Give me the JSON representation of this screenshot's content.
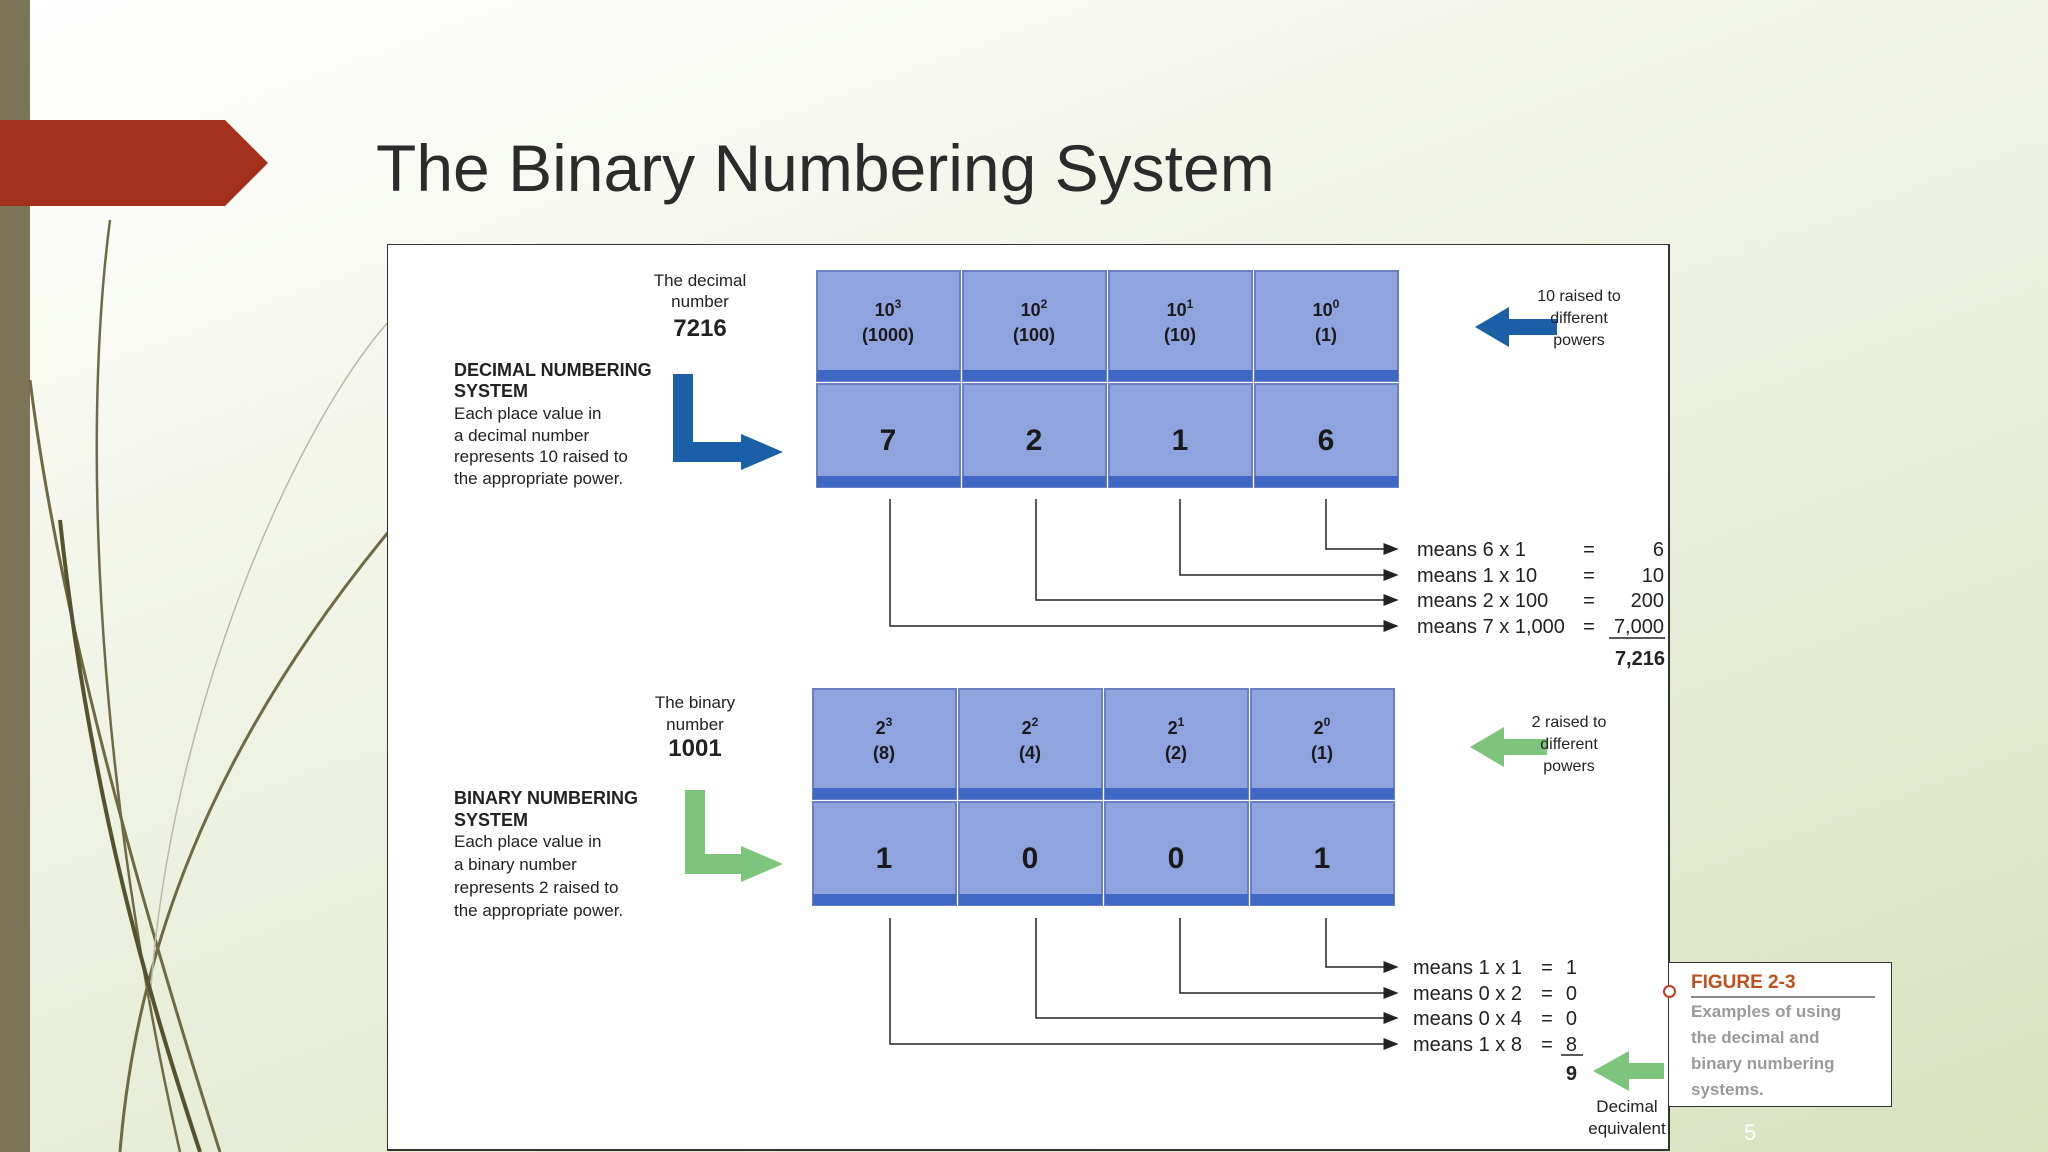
{
  "slide": {
    "title": "The Binary Numbering System",
    "slide_number": "5",
    "colors": {
      "accent": "#a3301a",
      "sidebar": "#7a7554",
      "blue_arrow": "#1a5fa8",
      "green_arrow": "#7dc47d",
      "cell_fill": "#8fa3df"
    }
  },
  "figure": {
    "decimal": {
      "number_label": "The decimal number",
      "number_label_line1": "The decimal",
      "number_label_line2": "number",
      "number": "7216",
      "system_heading_line1": "DECIMAL NUMBERING",
      "system_heading_line2": "SYSTEM",
      "description_lines": [
        "Each place value in",
        "a decimal number",
        "represents 10 raised to",
        "the appropriate power."
      ],
      "power_cells": [
        {
          "base": "10",
          "exp": "3",
          "value": "(1000)"
        },
        {
          "base": "10",
          "exp": "2",
          "value": "(100)"
        },
        {
          "base": "10",
          "exp": "1",
          "value": "(10)"
        },
        {
          "base": "10",
          "exp": "0",
          "value": "(1)"
        }
      ],
      "digits": [
        "7",
        "2",
        "1",
        "6"
      ],
      "powers_note_lines": [
        "10 raised to",
        "different",
        "powers"
      ],
      "means": [
        {
          "text": "means 6 x 1",
          "eq": "=",
          "result": "6"
        },
        {
          "text": "means 1 x 10",
          "eq": "=",
          "result": "10"
        },
        {
          "text": "means 2 x 100",
          "eq": "=",
          "result": "200"
        },
        {
          "text": "means 7 x 1,000",
          "eq": "=",
          "result": "7,000"
        }
      ],
      "total": "7,216"
    },
    "binary": {
      "number_label_line1": "The binary",
      "number_label_line2": "number",
      "number": "1001",
      "system_heading_line1": "BINARY NUMBERING",
      "system_heading_line2": "SYSTEM",
      "description_lines": [
        "Each place value in",
        "a binary number",
        "represents 2 raised to",
        "the appropriate power."
      ],
      "power_cells": [
        {
          "base": "2",
          "exp": "3",
          "value": "(8)"
        },
        {
          "base": "2",
          "exp": "2",
          "value": "(4)"
        },
        {
          "base": "2",
          "exp": "1",
          "value": "(2)"
        },
        {
          "base": "2",
          "exp": "0",
          "value": "(1)"
        }
      ],
      "digits": [
        "1",
        "0",
        "0",
        "1"
      ],
      "powers_note_lines": [
        "2 raised to",
        "different",
        "powers"
      ],
      "means": [
        {
          "text": "means 1 x 1",
          "eq": "=",
          "result": "1"
        },
        {
          "text": "means 0 x 2",
          "eq": "=",
          "result": "0"
        },
        {
          "text": "means 0 x 4",
          "eq": "=",
          "result": "0"
        },
        {
          "text": "means 1 x 8",
          "eq": "=",
          "result": "8"
        }
      ],
      "total": "9",
      "equivalent_lines": [
        "Decimal",
        "equivalent"
      ]
    },
    "caption": {
      "label": "FIGURE 2-3",
      "text_lines": [
        "Examples of using",
        "the decimal and",
        "binary numbering",
        "systems."
      ]
    }
  }
}
